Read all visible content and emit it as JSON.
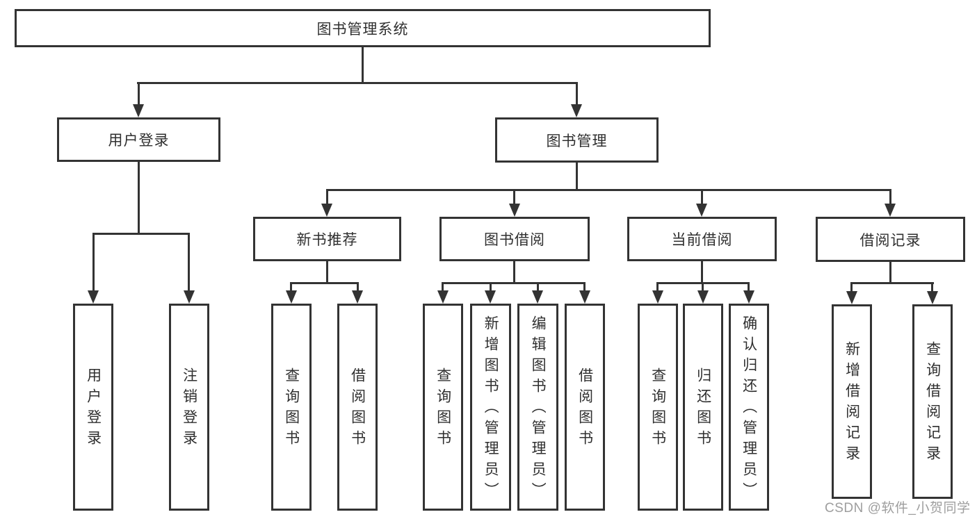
{
  "diagram": {
    "root": {
      "label": "图书管理系统",
      "children": [
        {
          "label": "用户登录",
          "children": [
            {
              "label": "用户登录"
            },
            {
              "label": "注销登录"
            }
          ]
        },
        {
          "label": "图书管理",
          "children": [
            {
              "label": "新书推荐",
              "children": [
                {
                  "label": "查询图书"
                },
                {
                  "label": "借阅图书"
                }
              ]
            },
            {
              "label": "图书借阅",
              "children": [
                {
                  "label": "查询图书"
                },
                {
                  "label": "新增图书（管理员）"
                },
                {
                  "label": "编辑图书（管理员）"
                },
                {
                  "label": "借阅图书"
                }
              ]
            },
            {
              "label": "当前借阅",
              "children": [
                {
                  "label": "查询图书"
                },
                {
                  "label": "归还图书"
                },
                {
                  "label": "确认归还（管理员）"
                }
              ]
            },
            {
              "label": "借阅记录",
              "children": [
                {
                  "label": "新增借阅记录"
                },
                {
                  "label": "查询借阅记录"
                }
              ]
            }
          ]
        }
      ]
    }
  },
  "watermark": {
    "text": "CSDN @软件_小贺同学"
  },
  "colors": {
    "line": "#333333",
    "text": "#2f2f2f",
    "box_background": "#ffffff",
    "page_background": "#ffffff",
    "watermark": "#9e9e9e"
  }
}
